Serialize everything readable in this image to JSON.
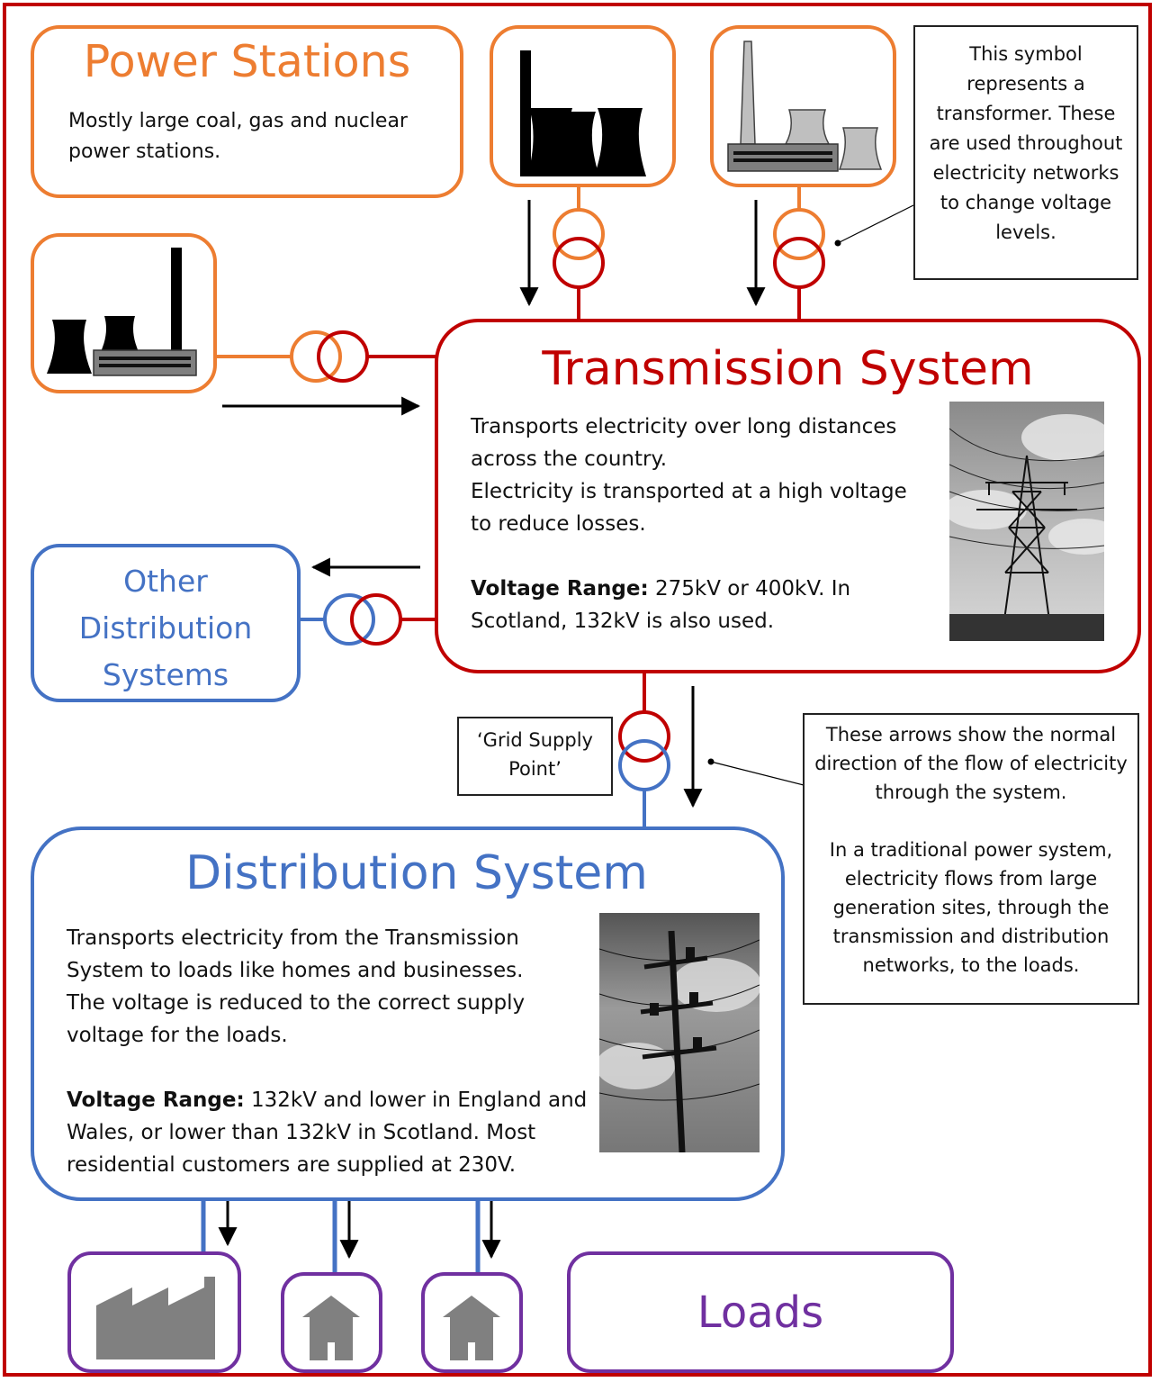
{
  "power_stations": {
    "title": "Power Stations",
    "description": "Mostly large coal, gas and nuclear power stations."
  },
  "transformer_note": "This symbol represents a transformer.  These are used throughout electricity networks to change voltage levels.",
  "transmission": {
    "title": "Transmission System",
    "line1": "Transports electricity over long distances across the country.",
    "line2": "Electricity is transported at a high voltage to reduce losses.",
    "voltage_label": "Voltage Range:",
    "voltage_value": " 275kV or 400kV. In Scotland, 132kV is also used."
  },
  "other_distribution": {
    "line1": "Other",
    "line2": "Distribution",
    "line3": "Systems"
  },
  "grid_supply_point": "‘Grid Supply Point’",
  "arrows_note": {
    "para1": "These arrows show the normal direction of the flow of electricity through the system.",
    "para2": "In a traditional power system, electricity flows from large generation sites, through the transmission and distribution networks, to the loads."
  },
  "distribution": {
    "title": "Distribution System",
    "line1": "Transports electricity from the Transmission System to loads like homes and businesses.",
    "line2": "The voltage is reduced to the correct supply voltage for the loads.",
    "voltage_label": "Voltage Range:",
    "voltage_value": " 132kV and lower in England and Wales, or lower than 132kV in Scotland.  Most residential customers are supplied at 230V."
  },
  "loads": {
    "title": "Loads"
  },
  "colors": {
    "frame": "#c00000",
    "generation": "#ed7d31",
    "transmission": "#c00000",
    "distribution": "#4472c4",
    "loads": "#7030a0",
    "icon_grey": "#808080"
  }
}
